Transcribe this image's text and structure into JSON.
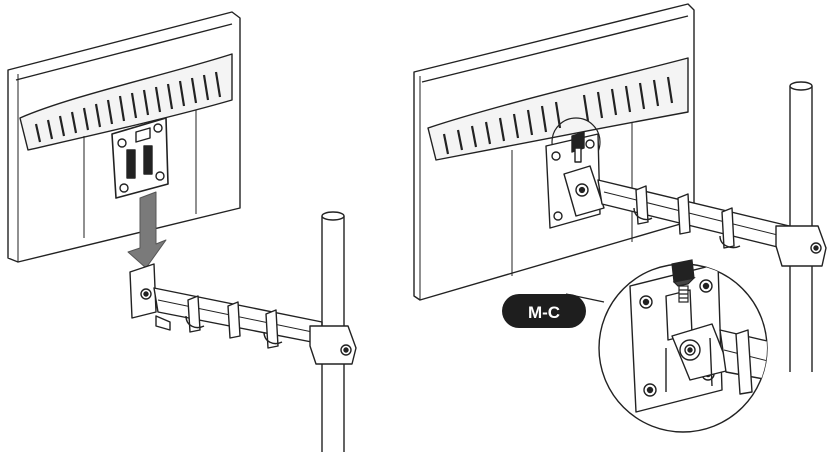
{
  "diagram": {
    "callout": {
      "label": "M-C"
    },
    "colors": {
      "line": "#222222",
      "fill": "#ffffff",
      "panel_light": "#f2f2f2",
      "arrow": "#7a7a7a",
      "badge": "#1e1e1e"
    },
    "steps": [
      {
        "name": "attach-vesa-plate",
        "icon": "down-arrow-icon"
      },
      {
        "name": "tighten-screw",
        "icon": "knob-screw-icon"
      }
    ]
  }
}
